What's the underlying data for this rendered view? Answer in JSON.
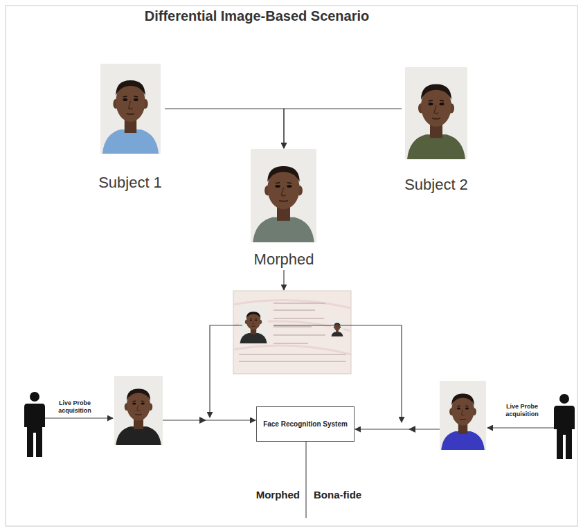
{
  "diagram": {
    "title": "Differential Image-Based Scenario",
    "nodes": [
      {
        "text": [
          "Subject 1"
        ]
      },
      {
        "text": [
          "Subject 2"
        ]
      },
      {
        "text": [
          "Morphed"
        ]
      },
      {
        "text": [
          "Face Recognition System"
        ]
      }
    ],
    "edges": [
      {
        "from": 0,
        "to": 2,
        "arrow": "to"
      },
      {
        "from": 1,
        "to": 2,
        "arrow": "to"
      }
    ],
    "labels": [
      "Live Probe acquisition",
      "Live Probe acquisition",
      "Morphed",
      "Bona-fide"
    ]
  }
}
